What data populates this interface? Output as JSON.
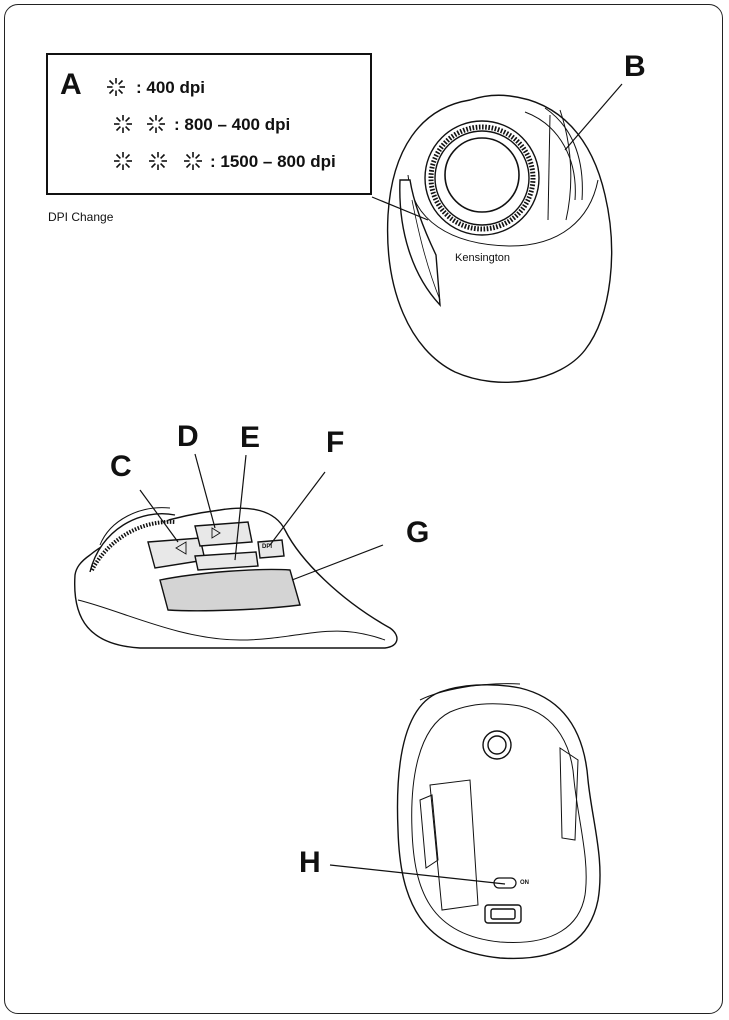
{
  "callouts": {
    "a": "A",
    "b": "B",
    "c": "C",
    "d": "D",
    "e": "E",
    "f": "F",
    "g": "G",
    "h": "H"
  },
  "dpi_legend": {
    "rows": [
      {
        "blinks": 1,
        "text": ": 400 dpi"
      },
      {
        "blinks": 2,
        "text": ": 800 – 400 dpi"
      },
      {
        "blinks": 3,
        "text": ": 1500 – 800 dpi"
      }
    ],
    "caption": "DPI Change"
  },
  "device_labels": {
    "brand": "Kensington",
    "dpi_button": "DPI",
    "switch_on": "ON"
  },
  "icons": [
    "blink-icon"
  ]
}
